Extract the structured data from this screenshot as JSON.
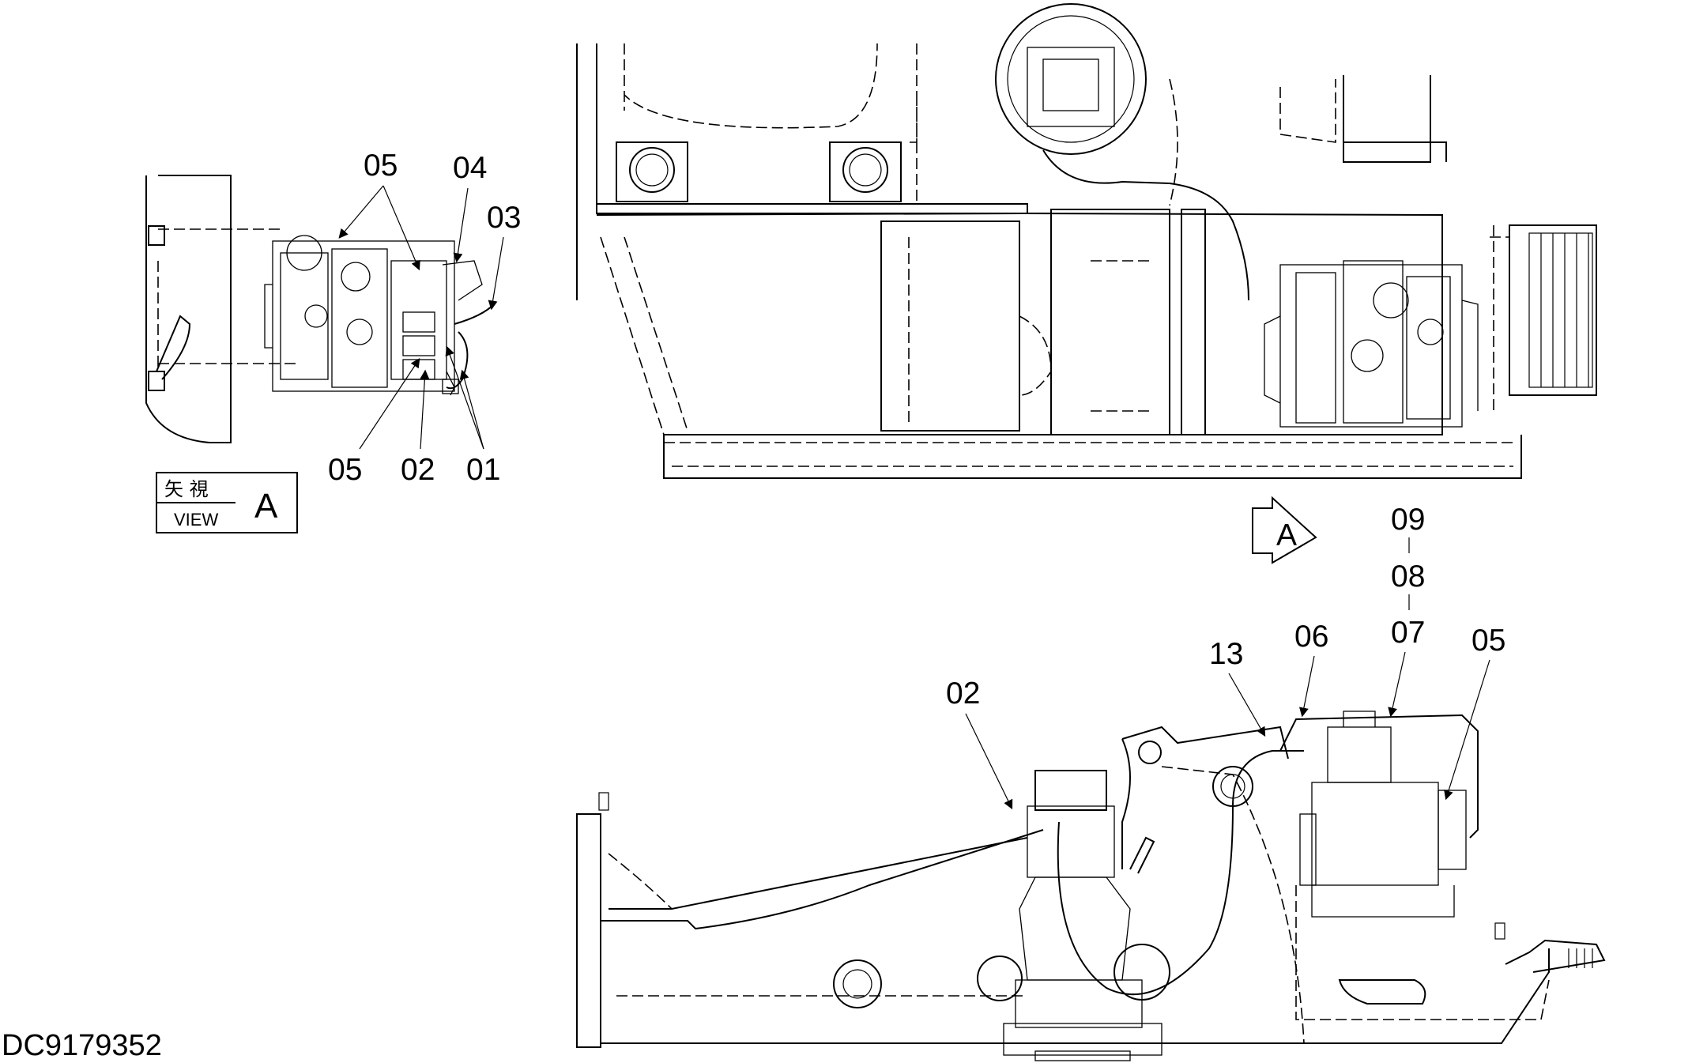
{
  "drawing": {
    "document_id": "DC9179352",
    "view_box": {
      "jp_label": "矢 視",
      "en_label": "VIEW",
      "letter": "A"
    },
    "view_arrow_letter": "A"
  },
  "callouts": {
    "view_a": {
      "top_05": "05",
      "top_04": "04",
      "top_03": "03",
      "bottom_05": "05",
      "bottom_02": "02",
      "bottom_01": "01"
    },
    "stack": {
      "s09": "09",
      "s08": "08",
      "s07": "07"
    },
    "lower": {
      "c02": "02",
      "c13": "13",
      "c06": "06",
      "c05": "05"
    }
  }
}
